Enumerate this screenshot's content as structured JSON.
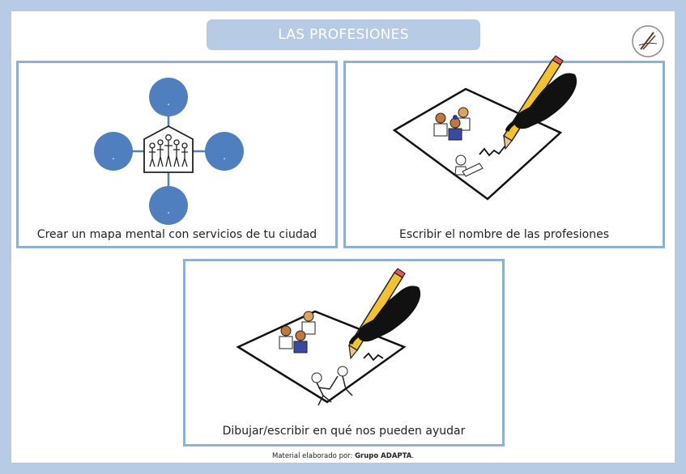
{
  "title": "LAS PROFESIONES",
  "panels": [
    {
      "caption": "Crear un mapa mental con servicios de tu ciudad"
    },
    {
      "caption": "Escribir el nombre de las profesiones"
    },
    {
      "caption": "Dibujar/escribir en qué nos pueden ayudar"
    }
  ],
  "mindmap": {
    "node_label": "."
  },
  "footer": {
    "prefix": "Material elaborado por: ",
    "author": "Grupo ADAPTA",
    "suffix": "."
  },
  "colors": {
    "frame": "#b8cbe4",
    "panel_border": "#8fb0d5",
    "node": "#4f7fbf",
    "pencil": "#f2c230"
  }
}
